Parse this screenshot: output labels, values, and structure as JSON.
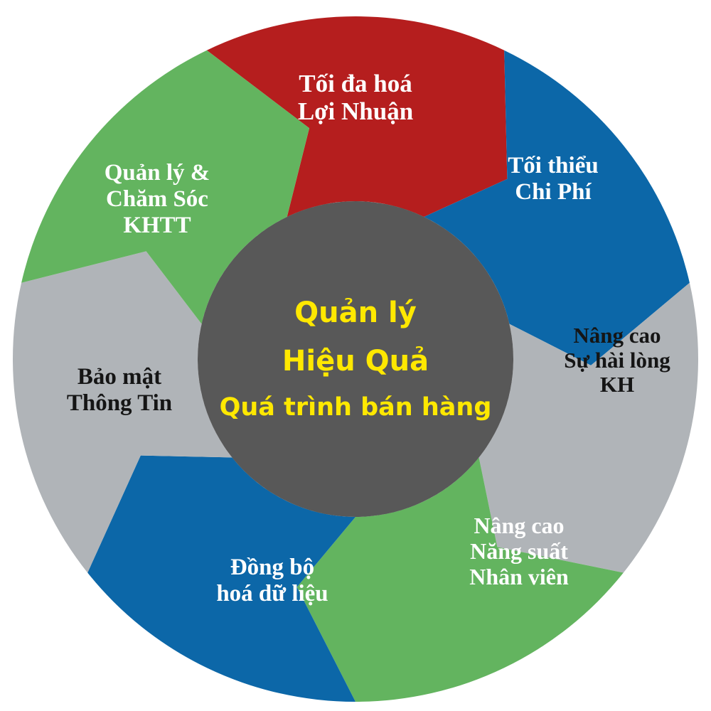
{
  "diagram": {
    "title_center": {
      "line1": "Quản lý",
      "line2": "Hiệu Quả",
      "line3": "Quá trình bán hàng"
    },
    "colors": {
      "red": "#B51E1E",
      "blue": "#0C67A8",
      "green": "#63B45F",
      "gray": "#B0B4B8",
      "center_gray": "#585858",
      "center_text": "#FFE800",
      "label_light": "#FFFFFF",
      "label_dark": "#151515",
      "background": "#FFFFFF"
    },
    "segments": [
      {
        "id": "toi-da-hoa-loi-nhuan",
        "label": "Tối đa hoá\nLợi Nhuận",
        "color": "#B51E1E",
        "text_color": "#FFFFFF",
        "position": "top"
      },
      {
        "id": "toi-thieu-chi-phi",
        "label": "Tối thiểu\nChi Phí",
        "color": "#0C67A8",
        "text_color": "#FFFFFF",
        "position": "top-right"
      },
      {
        "id": "nang-cao-su-hai-long-kh",
        "label": "Nâng cao\nSự hài lòng\nKH",
        "color": "#B0B4B8",
        "text_color": "#151515",
        "position": "right"
      },
      {
        "id": "nang-cao-nang-suat-nhan-vien",
        "label": "Nâng cao\nNăng suất\nNhân viên",
        "color": "#63B45F",
        "text_color": "#FFFFFF",
        "position": "bottom-right"
      },
      {
        "id": "dong-bo-hoa-du-lieu",
        "label": "Đồng bộ\nhoá dữ liệu",
        "color": "#0C67A8",
        "text_color": "#FFFFFF",
        "position": "bottom-left"
      },
      {
        "id": "bao-mat-thong-tin",
        "label": "Bảo mật\nThông Tin",
        "color": "#B0B4B8",
        "text_color": "#151515",
        "position": "left"
      },
      {
        "id": "quan-ly-cham-soc-khtt",
        "label": "Quản lý &\nChăm Sóc\nKHTT",
        "color": "#63B45F",
        "text_color": "#FFFFFF",
        "position": "top-left"
      }
    ]
  }
}
